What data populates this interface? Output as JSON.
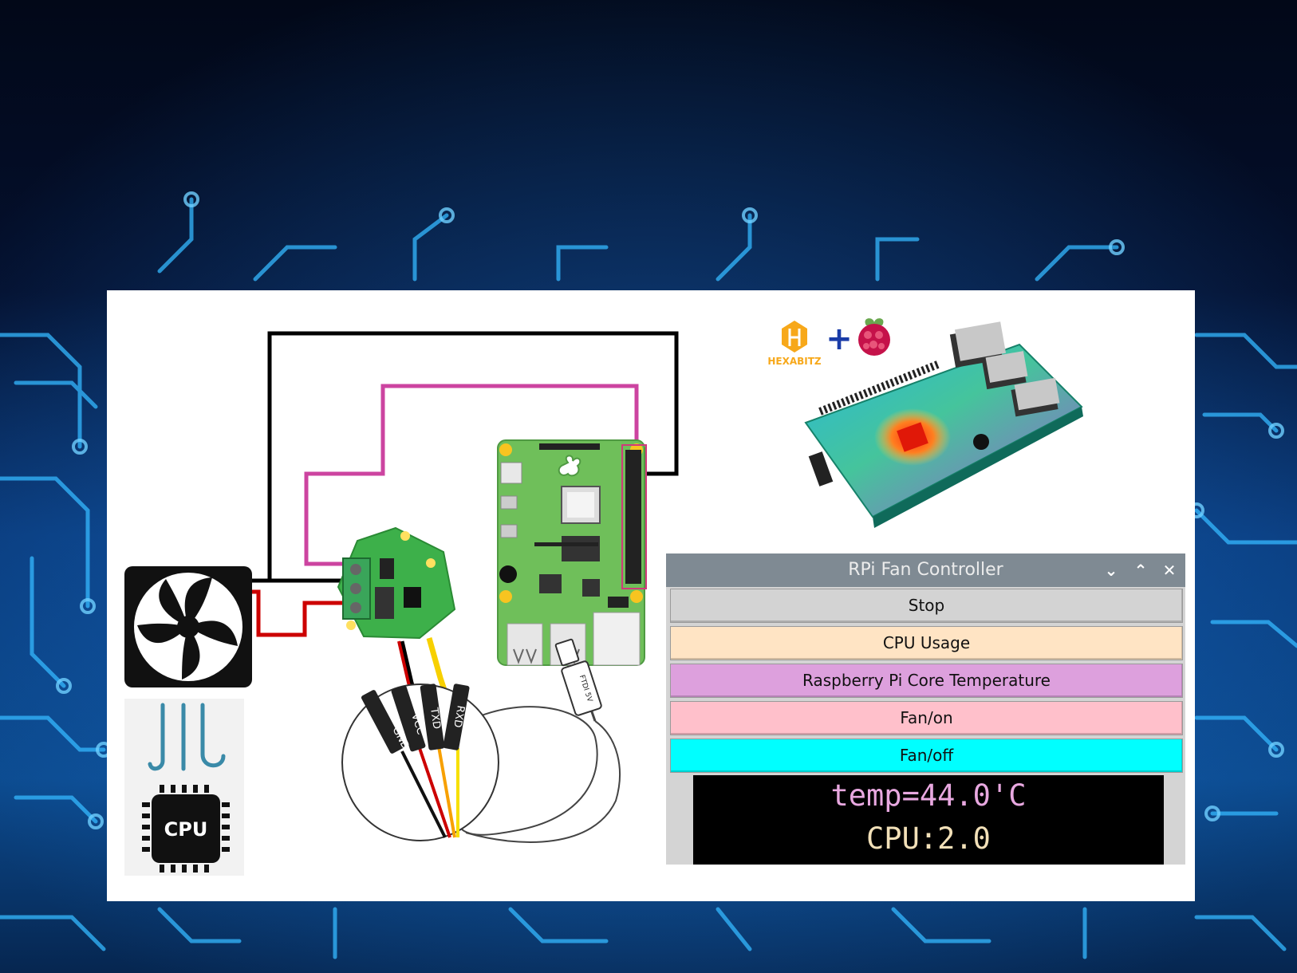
{
  "diagram": {
    "brand_name": "HEXABITZ",
    "plus_symbol": "+",
    "cpu_chip_label": "CPU",
    "cable_pins": [
      "GND",
      "VCC",
      "TXD",
      "RXD"
    ],
    "usb_plug_label": "FTDI 5V"
  },
  "fan_controller": {
    "title": "RPi Fan Controller",
    "controls": {
      "minimize_icon": "chevron-down-icon",
      "maximize_icon": "chevron-up-icon",
      "close_icon": "close-icon"
    },
    "buttons": [
      {
        "label": "Stop",
        "color": "#d3d3d3"
      },
      {
        "label": "CPU Usage",
        "color": "#ffe4c4"
      },
      {
        "label": "Raspberry Pi Core Temperature",
        "color": "#dda0dd"
      },
      {
        "label": "Fan/on",
        "color": "#ffc0cb"
      },
      {
        "label": "Fan/off",
        "color": "#00ffff"
      }
    ],
    "readout": {
      "temp_text": "temp=44.0'C",
      "temp_color": "#e8a8e0",
      "cpu_text": "CPU:2.0",
      "cpu_color": "#f2e0b8"
    }
  },
  "colors": {
    "background": "#030b24",
    "circuit_glow": "#1aa0ff",
    "wire_black": "#000000",
    "wire_magenta": "#cc44a0",
    "wire_red": "#cc0000",
    "wire_yellow": "#f7d000",
    "pcb_green": "#6fbf5a",
    "hexabitz_green": "#3db04a"
  }
}
